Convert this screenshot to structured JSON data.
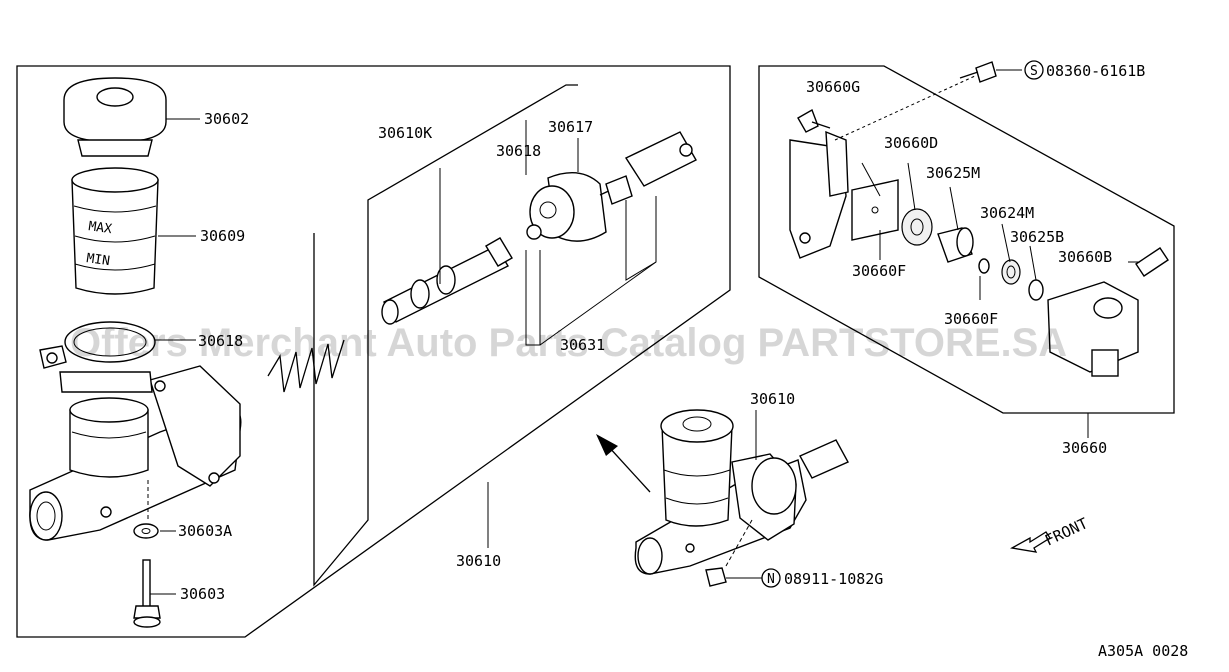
{
  "diagram": {
    "watermark": "Offers Merchant Auto Parts Catalog PARTSTORE.SA",
    "diagram_code": "A305A 0028",
    "front_label": "FRONT",
    "callouts": {
      "p30602": "30602",
      "p30609": "30609",
      "p30618_left": "30618",
      "p30603A": "30603A",
      "p30603": "30603",
      "p30610K": "30610K",
      "p30618": "30618",
      "p30617": "30617",
      "p30631": "30631",
      "p30610_kit": "30610",
      "p30610_assy": "30610",
      "p30660G": "30660G",
      "p30660D": "30660D",
      "p30625M": "30625M",
      "p30624M": "30624M",
      "p30625B": "30625B",
      "p30660B": "30660B",
      "p30660F_a": "30660F",
      "p30660F_b": "30660F",
      "p30660": "30660"
    },
    "bolt_s": {
      "symbol": "S",
      "number": "08360-6161B"
    },
    "nut_n": {
      "symbol": "N",
      "number": "08911-1082G"
    },
    "reservoir_marks": {
      "max": "MAX",
      "min": "MIN"
    }
  }
}
